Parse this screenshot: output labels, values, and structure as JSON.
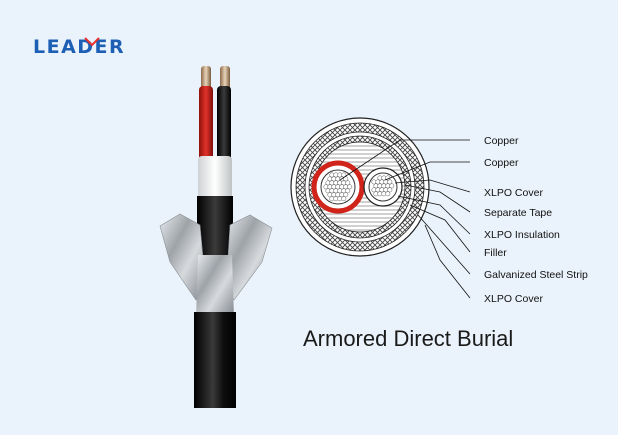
{
  "brand": {
    "logo_text": "LEADER",
    "logo_color": "#1d5fb4",
    "accent_color": "#e8322c"
  },
  "title": "Armored Direct Burial",
  "cross_section_labels": [
    "Copper",
    "Copper",
    "XLPO Cover",
    "Separate Tape",
    "XLPO Insulation",
    "Filler",
    "Galvanized Steel Strip",
    "XLPO Cover"
  ],
  "colors": {
    "background": "#eaf3fb",
    "jacket": "#111111",
    "red_conductor": "#d0241b",
    "white_conductor": "#f4f4f4",
    "foil": "#b8bcc0",
    "copper": "#c9a27a"
  }
}
